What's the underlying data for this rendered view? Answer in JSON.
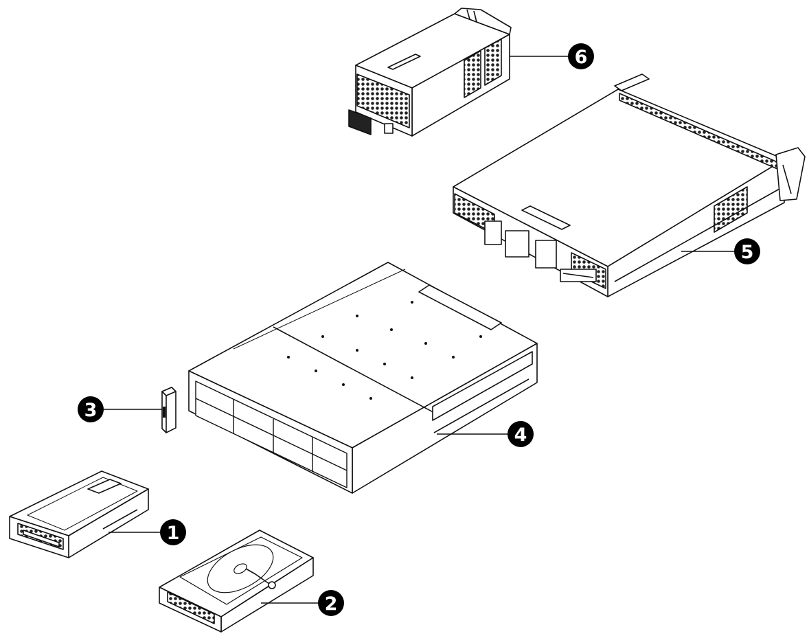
{
  "callouts": [
    {
      "id": "hdd-tray",
      "number": "1"
    },
    {
      "id": "hdd-in-tray",
      "number": "2"
    },
    {
      "id": "ear-cap",
      "number": "3"
    },
    {
      "id": "chassis",
      "number": "4"
    },
    {
      "id": "controller-module",
      "number": "5"
    },
    {
      "id": "power-supply",
      "number": "6"
    }
  ],
  "colors": {
    "line": "#111111",
    "surface": "#ffffff",
    "vent": "#222222",
    "callout_fill": "#000000",
    "callout_text": "#ffffff"
  }
}
